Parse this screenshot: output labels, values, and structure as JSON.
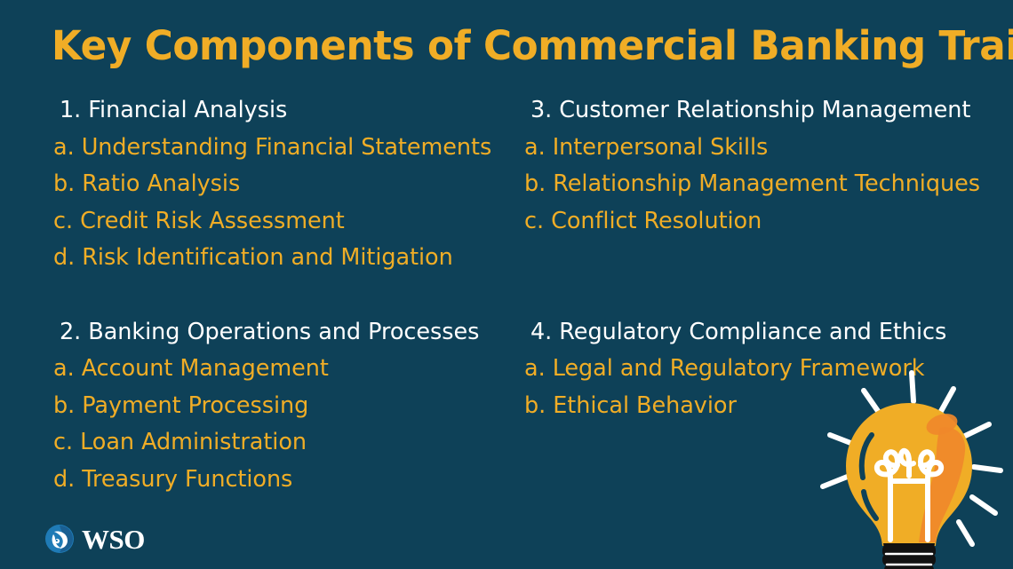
{
  "slide": {
    "background_color": "#0e4158",
    "title": "Key Components of Commercial Banking Training",
    "title_color": "#f0ad26",
    "heading_color": "#ffffff",
    "item_color": "#f0ad26"
  },
  "columns": {
    "left": [
      {
        "heading": "1. Financial Analysis",
        "items": [
          "a. Understanding Financial Statements",
          "b. Ratio Analysis",
          "c. Credit Risk Assessment",
          "d. Risk Identification and Mitigation"
        ]
      },
      {
        "heading": "2. Banking Operations and Processes",
        "items": [
          "a. Account Management",
          "b. Payment Processing",
          "c. Loan Administration",
          "d. Treasury Functions"
        ]
      }
    ],
    "right": [
      {
        "heading": "3. Customer Relationship Management",
        "items": [
          "a. Interpersonal Skills",
          "b. Relationship Management Techniques",
          "c. Conflict Resolution"
        ]
      },
      {
        "heading": "4. Regulatory Compliance and Ethics",
        "items": [
          "a. Legal and Regulatory Framework",
          "b.  Ethical Behavior"
        ]
      }
    ]
  },
  "illustration": {
    "name": "lightbulb-icon",
    "bulb_color": "#f0ad26",
    "bulb_shade_color": "#f0882a",
    "filament_color": "#ffffff",
    "base_color": "#111111",
    "ray_color": "#ffffff",
    "ray_count": 10
  },
  "logo": {
    "name": "wso-logo",
    "text": "WSO",
    "mark_color": "#1f7bb6",
    "text_color": "#ffffff"
  }
}
